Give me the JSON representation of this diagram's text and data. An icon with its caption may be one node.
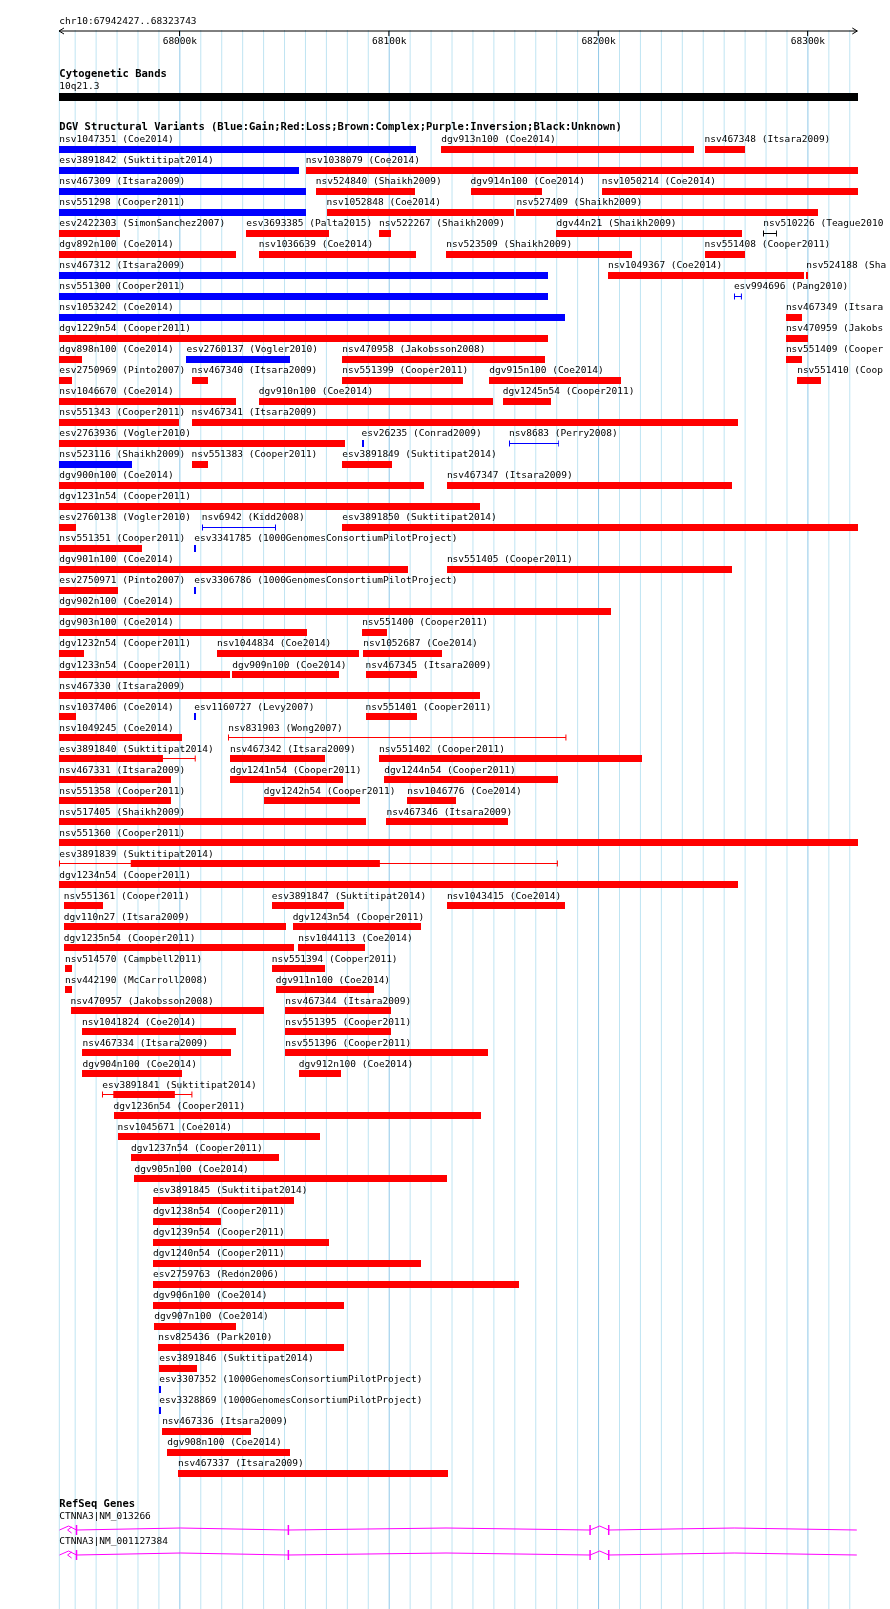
{
  "diagram": {
    "nodes": [
      {
        "text": [
          "10q21.3"
        ]
      },
      {
        "text": [
          "nsv1047351 (Coe2014)"
        ]
      },
      {
        "text": [
          "dgv913n100 (Coe2014)"
        ]
      },
      {
        "text": [
          "nsv467348 (Itsara2009)"
        ]
      },
      {
        "text": [
          "esv3891842 (Suktitipat2014)"
        ]
      },
      {
        "text": [
          "nsv1038079 (Coe2014)"
        ]
      },
      {
        "text": [
          "nsv467309 (Itsara2009)"
        ]
      },
      {
        "text": [
          "nsv524840 (Shaikh2009)"
        ]
      },
      {
        "text": [
          "dgv914n100 (Coe2014)"
        ]
      },
      {
        "text": [
          "nsv1050214 (Coe2014)"
        ]
      },
      {
        "text": [
          "nsv551298 (Cooper2011)"
        ]
      },
      {
        "text": [
          "nsv1052848 (Coe2014)"
        ]
      },
      {
        "text": [
          "nsv527409 (Shaikh2009)"
        ]
      },
      {
        "text": [
          "esv2422303 (SimonSanchez2007)"
        ]
      },
      {
        "text": [
          "esv3693385 (Palta2015)"
        ]
      },
      {
        "text": [
          "nsv522267 (Shaikh2009)"
        ]
      },
      {
        "text": [
          "dgv44n21 (Shaikh2009)"
        ]
      },
      {
        "text": [
          "nsv510226 (Teague2010"
        ]
      },
      {
        "text": [
          "dgv892n100 (Coe2014)"
        ]
      },
      {
        "text": [
          "nsv1036639 (Coe2014)"
        ]
      },
      {
        "text": [
          "nsv523509 (Shaikh2009)"
        ]
      },
      {
        "text": [
          "nsv551408 (Cooper2011)"
        ]
      },
      {
        "text": [
          "nsv467312 (Itsara2009)"
        ]
      },
      {
        "text": [
          "nsv1049367 (Coe2014)"
        ]
      },
      {
        "text": [
          "nsv524188 (Sha"
        ]
      },
      {
        "text": [
          "nsv551300 (Cooper2011)"
        ]
      },
      {
        "text": [
          "esv994696 (Pang2010)"
        ]
      },
      {
        "text": [
          "nsv1053242 (Coe2014)"
        ]
      },
      {
        "text": [
          "nsv467349 (Itsara"
        ]
      },
      {
        "text": [
          "dgv1229n54 (Cooper2011)"
        ]
      },
      {
        "text": [
          "nsv470959 (Jakobs"
        ]
      },
      {
        "text": [
          "dgv898n100 (Coe2014)"
        ]
      },
      {
        "text": [
          "esv2760137 (Vogler2010)"
        ]
      },
      {
        "text": [
          "nsv470958 (Jakobsson2008)"
        ]
      },
      {
        "text": [
          "nsv551409 (Cooper"
        ]
      },
      {
        "text": [
          "esv2750969 (Pinto2007)"
        ]
      },
      {
        "text": [
          "nsv467340 (Itsara2009)"
        ]
      },
      {
        "text": [
          "nsv551399 (Cooper2011)"
        ]
      },
      {
        "text": [
          "dgv915n100 (Coe2014)"
        ]
      },
      {
        "text": [
          "nsv551410 (Coop"
        ]
      },
      {
        "text": [
          "nsv1046670 (Coe2014)"
        ]
      },
      {
        "text": [
          "dgv910n100 (Coe2014)"
        ]
      },
      {
        "text": [
          "dgv1245n54 (Cooper2011)"
        ]
      },
      {
        "text": [
          "nsv551343 (Cooper2011)"
        ]
      },
      {
        "text": [
          "nsv467341 (Itsara2009)"
        ]
      },
      {
        "text": [
          "esv2763936 (Vogler2010)"
        ]
      },
      {
        "text": [
          "esv26235 (Conrad2009)"
        ]
      },
      {
        "text": [
          "nsv8683 (Perry2008)"
        ]
      },
      {
        "text": [
          "nsv523116 (Shaikh2009)"
        ]
      },
      {
        "text": [
          "nsv551383 (Cooper2011)"
        ]
      },
      {
        "text": [
          "esv3891849 (Suktitipat2014)"
        ]
      },
      {
        "text": [
          "dgv900n100 (Coe2014)"
        ]
      },
      {
        "text": [
          "nsv467347 (Itsara2009)"
        ]
      },
      {
        "text": [
          "dgv1231n54 (Cooper2011)"
        ]
      },
      {
        "text": [
          "esv2760138 (Vogler2010)"
        ]
      },
      {
        "text": [
          "nsv6942 (Kidd2008)"
        ]
      },
      {
        "text": [
          "esv3891850 (Suktitipat2014)"
        ]
      },
      {
        "text": [
          "nsv551351 (Cooper2011)"
        ]
      },
      {
        "text": [
          "esv3341785 (1000GenomesConsortiumPilotProject)"
        ]
      },
      {
        "text": [
          "dgv901n100 (Coe2014)"
        ]
      },
      {
        "text": [
          "nsv551405 (Cooper2011)"
        ]
      },
      {
        "text": [
          "esv2750971 (Pinto2007)"
        ]
      },
      {
        "text": [
          "esv3306786 (1000GenomesConsortiumPilotProject)"
        ]
      },
      {
        "text": [
          "dgv902n100 (Coe2014)"
        ]
      },
      {
        "text": [
          "dgv903n100 (Coe2014)"
        ]
      },
      {
        "text": [
          "nsv551400 (Cooper2011)"
        ]
      },
      {
        "text": [
          "dgv1232n54 (Cooper2011)"
        ]
      },
      {
        "text": [
          "nsv1044834 (Coe2014)"
        ]
      },
      {
        "text": [
          "nsv1052687 (Coe2014)"
        ]
      },
      {
        "text": [
          "dgv1233n54 (Cooper2011)"
        ]
      },
      {
        "text": [
          "dgv909n100 (Coe2014)"
        ]
      },
      {
        "text": [
          "nsv467345 (Itsara2009)"
        ]
      },
      {
        "text": [
          "nsv467330 (Itsara2009)"
        ]
      },
      {
        "text": [
          "nsv1037406 (Coe2014)"
        ]
      },
      {
        "text": [
          "esv1160727 (Levy2007)"
        ]
      },
      {
        "text": [
          "nsv551401 (Cooper2011)"
        ]
      },
      {
        "text": [
          "nsv1049245 (Coe2014)"
        ]
      },
      {
        "text": [
          "nsv831903 (Wong2007)"
        ]
      },
      {
        "text": [
          "esv3891840 (Suktitipat2014)"
        ]
      },
      {
        "text": [
          "nsv467342 (Itsara2009)"
        ]
      },
      {
        "text": [
          "nsv551402 (Cooper2011)"
        ]
      },
      {
        "text": [
          "nsv467331 (Itsara2009)"
        ]
      },
      {
        "text": [
          "dgv1241n54 (Cooper2011)"
        ]
      },
      {
        "text": [
          "dgv1244n54 (Cooper2011)"
        ]
      },
      {
        "text": [
          "nsv551358 (Cooper2011)"
        ]
      },
      {
        "text": [
          "dgv1242n54 (Cooper2011)"
        ]
      },
      {
        "text": [
          "nsv1046776 (Coe2014)"
        ]
      },
      {
        "text": [
          "nsv517405 (Shaikh2009)"
        ]
      },
      {
        "text": [
          "nsv467346 (Itsara2009)"
        ]
      },
      {
        "text": [
          "nsv551360 (Cooper2011)"
        ]
      },
      {
        "text": [
          "esv3891839 (Suktitipat2014)"
        ]
      },
      {
        "text": [
          "dgv1234n54 (Cooper2011)"
        ]
      },
      {
        "text": [
          "nsv551361 (Cooper2011)"
        ]
      },
      {
        "text": [
          "esv3891847 (Suktitipat2014)"
        ]
      },
      {
        "text": [
          "nsv1043415 (Coe2014)"
        ]
      },
      {
        "text": [
          "dgv110n27 (Itsara2009)"
        ]
      },
      {
        "text": [
          "dgv1243n54 (Cooper2011)"
        ]
      },
      {
        "text": [
          "dgv1235n54 (Cooper2011)"
        ]
      },
      {
        "text": [
          "nsv1044113 (Coe2014)"
        ]
      },
      {
        "text": [
          "nsv514570 (Campbell2011)"
        ]
      },
      {
        "text": [
          "nsv551394 (Cooper2011)"
        ]
      },
      {
        "text": [
          "nsv442190 (McCarroll2008)"
        ]
      },
      {
        "text": [
          "dgv911n100 (Coe2014)"
        ]
      },
      {
        "text": [
          "nsv470957 (Jakobsson2008)"
        ]
      },
      {
        "text": [
          "nsv467344 (Itsara2009)"
        ]
      },
      {
        "text": [
          "nsv1041824 (Coe2014)"
        ]
      },
      {
        "text": [
          "nsv551395 (Cooper2011)"
        ]
      },
      {
        "text": [
          "nsv467334 (Itsara2009)"
        ]
      },
      {
        "text": [
          "nsv551396 (Cooper2011)"
        ]
      },
      {
        "text": [
          "dgv904n100 (Coe2014)"
        ]
      },
      {
        "text": [
          "dgv912n100 (Coe2014)"
        ]
      },
      {
        "text": [
          "esv3891841 (Suktitipat2014)"
        ]
      },
      {
        "text": [
          "dgv1236n54 (Cooper2011)"
        ]
      },
      {
        "text": [
          "nsv1045671 (Coe2014)"
        ]
      },
      {
        "text": [
          "dgv1237n54 (Cooper2011)"
        ]
      },
      {
        "text": [
          "dgv905n100 (Coe2014)"
        ]
      },
      {
        "text": [
          "esv3891845 (Suktitipat2014)"
        ]
      },
      {
        "text": [
          "dgv1238n54 (Cooper2011)"
        ]
      },
      {
        "text": [
          "dgv1239n54 (Cooper2011)"
        ]
      },
      {
        "text": [
          "dgv1240n54 (Cooper2011)"
        ]
      },
      {
        "text": [
          "esv2759763 (Redon2006)"
        ]
      },
      {
        "text": [
          "dgv906n100 (Coe2014)"
        ]
      },
      {
        "text": [
          "dgv907n100 (Coe2014)"
        ]
      },
      {
        "text": [
          "nsv825436 (Park2010)"
        ]
      },
      {
        "text": [
          "esv3891846 (Suktitipat2014)"
        ]
      },
      {
        "text": [
          "esv3307352 (1000GenomesConsortiumPilotProject)"
        ]
      },
      {
        "text": [
          "esv3328869 (1000GenomesConsortiumPilotProject)"
        ]
      },
      {
        "text": [
          "nsv467336 (Itsara2009)"
        ]
      },
      {
        "text": [
          "dgv908n100 (Coe2014)"
        ]
      },
      {
        "text": [
          "nsv467337 (Itsara2009)"
        ]
      },
      {
        "text": [
          "CTNNA3|NM_013266"
        ]
      },
      {
        "text": [
          "CTNNA3|NM_001127384"
        ]
      }
    ],
    "labels": [
      "chr10:67942427..68323743",
      "68000k",
      "68100k",
      "68200k",
      "68300k",
      "Cytogenetic Bands",
      "DGV Structural Variants (Blue:Gain;Red:Loss;Brown:Complex;Purple:Inversion;Black:Unknown)",
      "RefSeq Genes"
    ]
  }
}
